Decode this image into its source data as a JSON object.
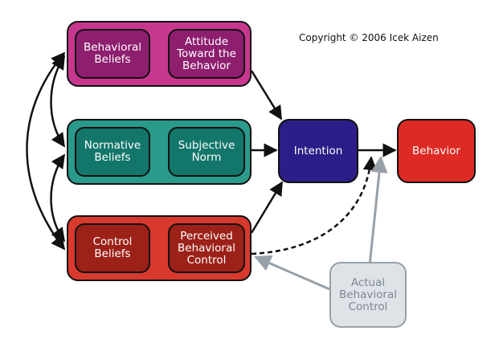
{
  "copyright": "Copyright © 2006 Icek Aizen",
  "nodes": {
    "behavioral_beliefs": "Behavioral\nBeliefs",
    "attitude": "Attitude\nToward the\nBehavior",
    "normative_beliefs": "Normative\nBeliefs",
    "subjective_norm": "Subjective\nNorm",
    "control_beliefs": "Control\nBeliefs",
    "perceived_control": "Perceived\nBehavioral\nControl",
    "intention": "Intention",
    "behavior": "Behavior",
    "actual_control": "Actual\nBehavioral\nControl"
  },
  "colors": {
    "attitude_outer": "#c7378e",
    "attitude_inner": "#8e1f6e",
    "norm_outer": "#2a9a8a",
    "norm_inner": "#13766a",
    "control_outer": "#d8392c",
    "control_inner": "#9c2118",
    "intention": "#2b1e88",
    "behavior": "#dd2a24",
    "actual_fill": "#dfe3e8",
    "actual_text": "#7c8794",
    "gray_arrow": "#98a0a8"
  }
}
